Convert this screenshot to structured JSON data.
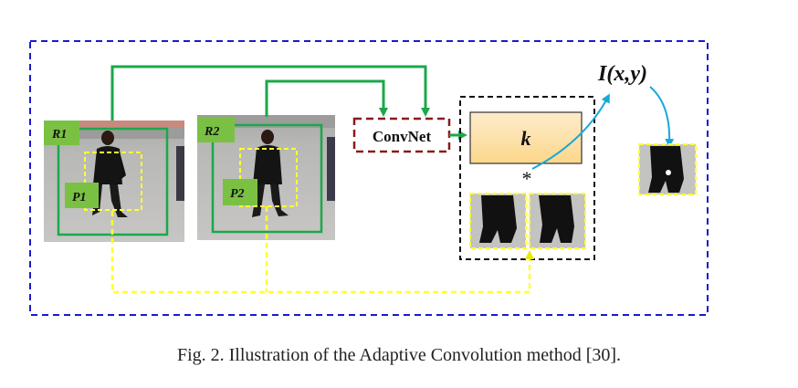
{
  "diagram": {
    "region_labels": [
      "R1",
      "R2"
    ],
    "patch_labels": [
      "P1",
      "P2"
    ],
    "convnet_label": "ConvNet",
    "kernel_label": "k",
    "operator_label": "*",
    "output_label": "I(x,y)"
  },
  "colors": {
    "outer_border": "#1a1acc",
    "green_box": "#1aa84a",
    "green_label_bg": "#7ac143",
    "yellow_box": "#ffff33",
    "convnet_border": "#8b1a1a",
    "kernel_fill": "#fddfa0",
    "cyan_arrow": "#17a9d9"
  },
  "caption": {
    "text": "Fig. 2.   Illustration of the Adaptive Convolution method [30]."
  }
}
